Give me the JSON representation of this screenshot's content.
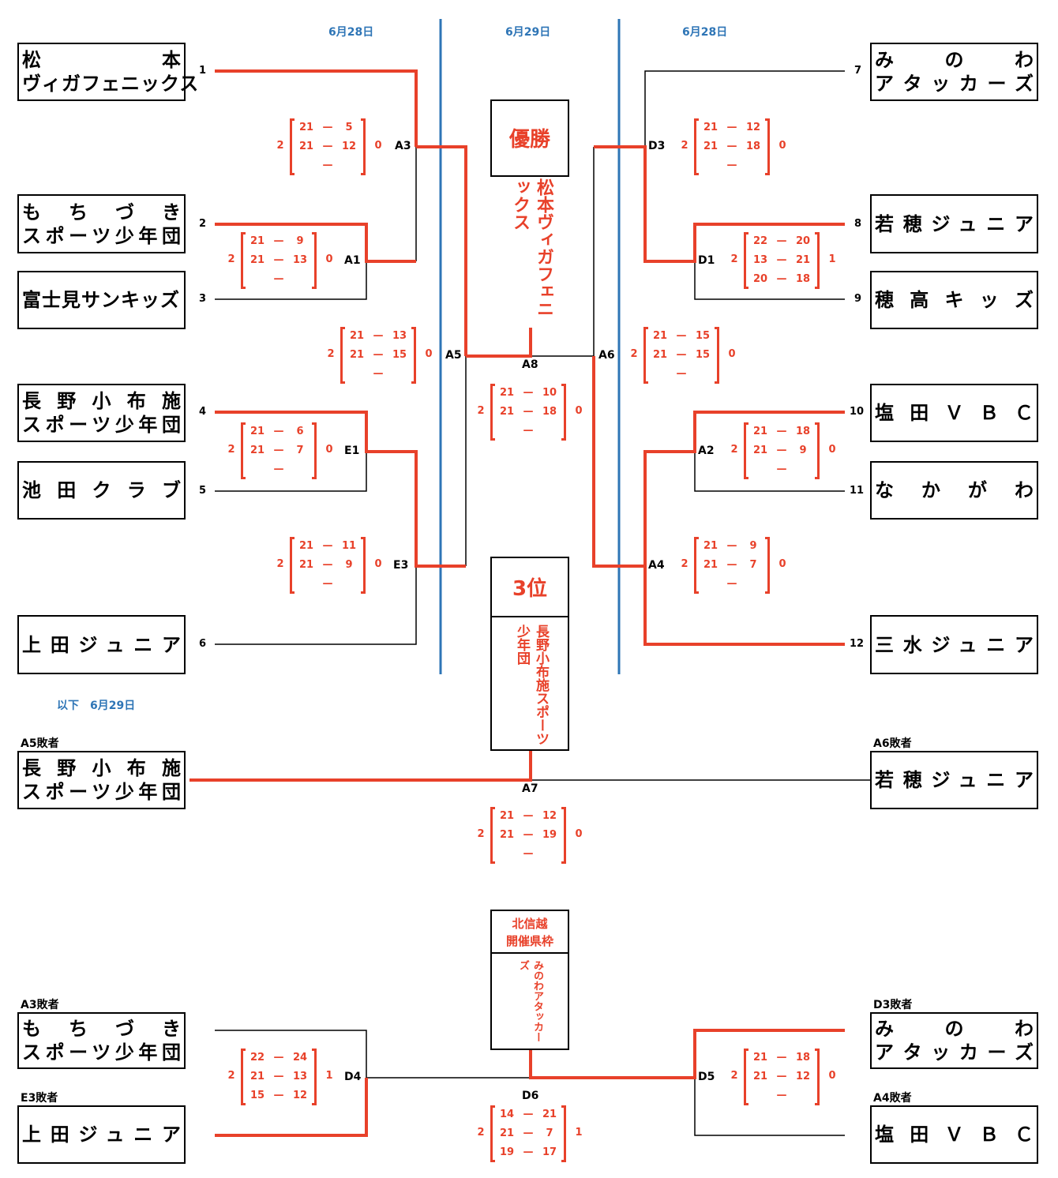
{
  "dates": {
    "left": "6月28日",
    "center": "6月29日",
    "right": "6月28日",
    "lower": "以下　6月29日"
  },
  "teams": {
    "t1": [
      "松　　　　　本",
      "ヴィガフェニックス"
    ],
    "t2": [
      "もちづき",
      "スポーツ少年団"
    ],
    "t3": [
      "富士見サンキッズ"
    ],
    "t4": [
      "長野小布施",
      "スポーツ少年団"
    ],
    "t5": [
      "池田クラブ"
    ],
    "t6": [
      "上田ジュニア"
    ],
    "t7": [
      "みのわ",
      "アタッカーズ"
    ],
    "t8": [
      "若穂ジュニア"
    ],
    "t9": [
      "穂高キッズ"
    ],
    "t10": [
      "塩田ＶＢＣ"
    ],
    "t11": [
      "なかがわ"
    ],
    "t12": [
      "三水ジュニア"
    ],
    "p3a": [
      "長野小布施",
      "スポーツ少年団"
    ],
    "p3b": [
      "若穂ジュニア"
    ],
    "pda": [
      "もちづき",
      "スポーツ少年団"
    ],
    "pdb": [
      "上田ジュニア"
    ],
    "pdc": [
      "みのわ",
      "アタッカーズ"
    ],
    "pdd": [
      "塩田ＶＢＣ"
    ]
  },
  "seeds": [
    "1",
    "2",
    "3",
    "4",
    "5",
    "6",
    "7",
    "8",
    "9",
    "10",
    "11",
    "12"
  ],
  "match_labels": {
    "A1": "A1",
    "A2": "A2",
    "A3": "A3",
    "A4": "A4",
    "A5": "A5",
    "A6": "A6",
    "A7": "A7",
    "A8": "A8",
    "D1": "D1",
    "D3": "D3",
    "D4": "D4",
    "D5": "D5",
    "D6": "D6",
    "E1": "E1",
    "E3": "E3"
  },
  "source_labels": {
    "a5": "A5敗者",
    "a6": "A6敗者",
    "a3": "A3敗者",
    "e3": "E3敗者",
    "d3": "D3敗者",
    "a4": "A4敗者"
  },
  "scores": {
    "A3": {
      "l": "2",
      "r": "0",
      "rows": [
        [
          "21",
          "—",
          "5"
        ],
        [
          "21",
          "—",
          "12"
        ],
        [
          "",
          "—",
          ""
        ]
      ]
    },
    "A1": {
      "l": "2",
      "r": "0",
      "rows": [
        [
          "21",
          "—",
          "9"
        ],
        [
          "21",
          "—",
          "13"
        ],
        [
          "",
          "—",
          ""
        ]
      ]
    },
    "A5": {
      "l": "2",
      "r": "0",
      "rows": [
        [
          "21",
          "—",
          "13"
        ],
        [
          "21",
          "—",
          "15"
        ],
        [
          "",
          "—",
          ""
        ]
      ]
    },
    "E1": {
      "l": "2",
      "r": "0",
      "rows": [
        [
          "21",
          "—",
          "6"
        ],
        [
          "21",
          "—",
          "7"
        ],
        [
          "",
          "—",
          ""
        ]
      ]
    },
    "E3": {
      "l": "2",
      "r": "0",
      "rows": [
        [
          "21",
          "—",
          "11"
        ],
        [
          "21",
          "—",
          "9"
        ],
        [
          "",
          "—",
          ""
        ]
      ]
    },
    "A8": {
      "l": "2",
      "r": "0",
      "rows": [
        [
          "21",
          "—",
          "10"
        ],
        [
          "21",
          "—",
          "18"
        ],
        [
          "",
          "—",
          ""
        ]
      ]
    },
    "D3": {
      "l": "2",
      "r": "0",
      "rows": [
        [
          "21",
          "—",
          "12"
        ],
        [
          "21",
          "—",
          "18"
        ],
        [
          "",
          "—",
          ""
        ]
      ]
    },
    "D1": {
      "l": "2",
      "r": "1",
      "rows": [
        [
          "22",
          "—",
          "20"
        ],
        [
          "13",
          "—",
          "21"
        ],
        [
          "20",
          "—",
          "18"
        ]
      ]
    },
    "A6": {
      "l": "2",
      "r": "0",
      "rows": [
        [
          "21",
          "—",
          "15"
        ],
        [
          "21",
          "—",
          "15"
        ],
        [
          "",
          "—",
          ""
        ]
      ]
    },
    "A2": {
      "l": "2",
      "r": "0",
      "rows": [
        [
          "21",
          "—",
          "18"
        ],
        [
          "21",
          "—",
          "9"
        ],
        [
          "",
          "—",
          ""
        ]
      ]
    },
    "A4": {
      "l": "2",
      "r": "0",
      "rows": [
        [
          "21",
          "—",
          "9"
        ],
        [
          "21",
          "—",
          "7"
        ],
        [
          "",
          "—",
          ""
        ]
      ]
    },
    "A7": {
      "l": "2",
      "r": "0",
      "rows": [
        [
          "21",
          "—",
          "12"
        ],
        [
          "21",
          "—",
          "19"
        ],
        [
          "",
          "—",
          ""
        ]
      ]
    },
    "D4": {
      "l": "2",
      "r": "1",
      "rows": [
        [
          "22",
          "—",
          "24"
        ],
        [
          "21",
          "—",
          "13"
        ],
        [
          "15",
          "—",
          "12"
        ]
      ]
    },
    "D5": {
      "l": "2",
      "r": "0",
      "rows": [
        [
          "21",
          "—",
          "18"
        ],
        [
          "21",
          "—",
          "12"
        ],
        [
          "",
          "—",
          ""
        ]
      ]
    },
    "D6": {
      "l": "2",
      "r": "1",
      "rows": [
        [
          "14",
          "—",
          "21"
        ],
        [
          "21",
          "—",
          "7"
        ],
        [
          "19",
          "—",
          "17"
        ]
      ]
    }
  },
  "results": {
    "champion_title": "優勝",
    "champion_name": "松本ヴィガフェニックス",
    "third_title": "3位",
    "third_name": "長野小布施スポーツ少年団",
    "hokushinetsu_title_1": "北信越",
    "hokushinetsu_title_2": "開催県枠",
    "hokushinetsu_name": "みのわアタッカーズ"
  },
  "colors": {
    "winner_line": "#e8412a",
    "divider": "#2e75b6",
    "line": "#000000"
  }
}
